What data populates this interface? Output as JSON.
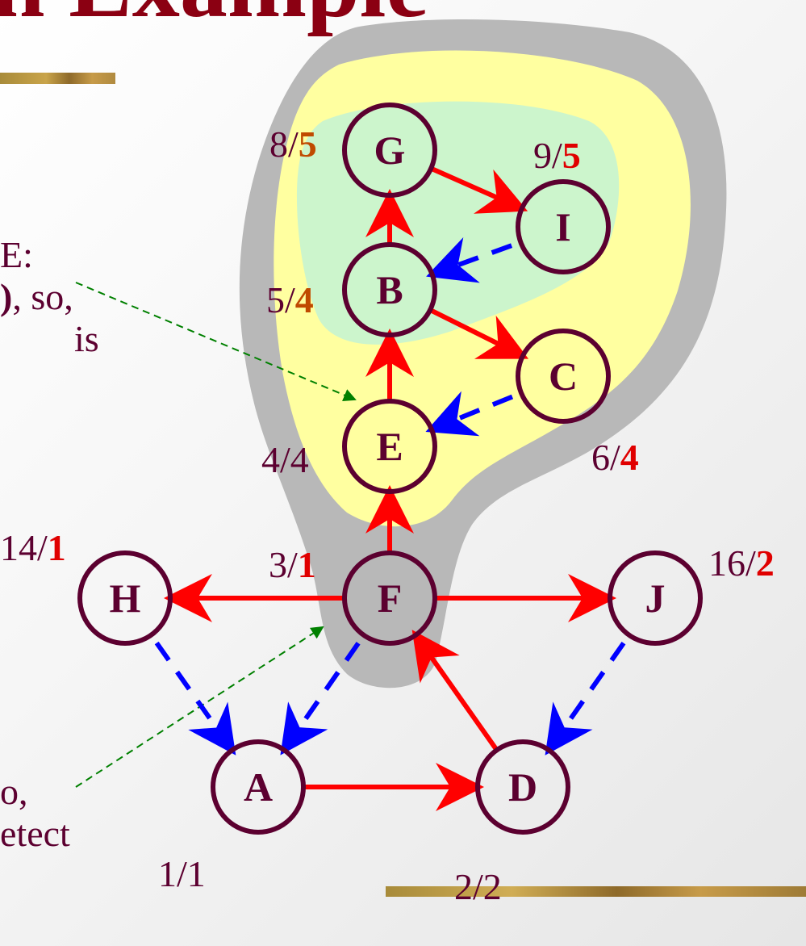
{
  "title": "n Example",
  "notes": {
    "top": {
      "line1": "E:",
      "line2_bold": ")",
      "line2_rest": ", so,",
      "line3": "is"
    },
    "bottom": {
      "line1": "o,",
      "line2": "etect"
    }
  },
  "colors": {
    "node_stroke": "#5c0030",
    "tree_edge": "#ff0000",
    "back_edge": "#0000ff",
    "pointer": "#008000",
    "outer_region": "#b8b8b8",
    "middle_region": "#ffffa0",
    "inner_region": "#ccf5cc",
    "label_red": "#e00000",
    "label_brown": "#c04a00"
  },
  "nodes": [
    {
      "id": "G",
      "label": "G",
      "num_label": "8/",
      "low_label": "5",
      "low_color": "brown"
    },
    {
      "id": "I",
      "label": "I",
      "num_label": "9/",
      "low_label": "5",
      "low_color": "red"
    },
    {
      "id": "B",
      "label": "B",
      "num_label": "5/",
      "low_label": "4",
      "low_color": "brown"
    },
    {
      "id": "C",
      "label": "C",
      "num_label": "6/",
      "low_label": "4",
      "low_color": "red"
    },
    {
      "id": "E",
      "label": "E",
      "num_label": "4/4",
      "low_label": "",
      "low_color": "none"
    },
    {
      "id": "F",
      "label": "F",
      "num_label": "3/",
      "low_label": "1",
      "low_color": "red"
    },
    {
      "id": "H",
      "label": "H",
      "num_label": "14/",
      "low_label": "1",
      "low_color": "red"
    },
    {
      "id": "J",
      "label": "J",
      "num_label": "16/",
      "low_label": "2",
      "low_color": "red"
    },
    {
      "id": "A",
      "label": "A",
      "num_label": "1/1",
      "low_label": "",
      "low_color": "none"
    },
    {
      "id": "D",
      "label": "D",
      "num_label": "2/2",
      "low_label": "",
      "low_color": "none"
    }
  ],
  "edges": [
    {
      "from": "G",
      "to": "I",
      "kind": "tree"
    },
    {
      "from": "B",
      "to": "G",
      "kind": "tree"
    },
    {
      "from": "I",
      "to": "B",
      "kind": "back"
    },
    {
      "from": "B",
      "to": "C",
      "kind": "tree"
    },
    {
      "from": "E",
      "to": "B",
      "kind": "tree"
    },
    {
      "from": "C",
      "to": "E",
      "kind": "back"
    },
    {
      "from": "F",
      "to": "E",
      "kind": "tree"
    },
    {
      "from": "F",
      "to": "H",
      "kind": "tree"
    },
    {
      "from": "F",
      "to": "J",
      "kind": "tree"
    },
    {
      "from": "H",
      "to": "A",
      "kind": "back"
    },
    {
      "from": "F",
      "to": "A",
      "kind": "back"
    },
    {
      "from": "J",
      "to": "D",
      "kind": "back"
    },
    {
      "from": "A",
      "to": "D",
      "kind": "tree"
    },
    {
      "from": "D",
      "to": "F",
      "kind": "tree"
    }
  ]
}
